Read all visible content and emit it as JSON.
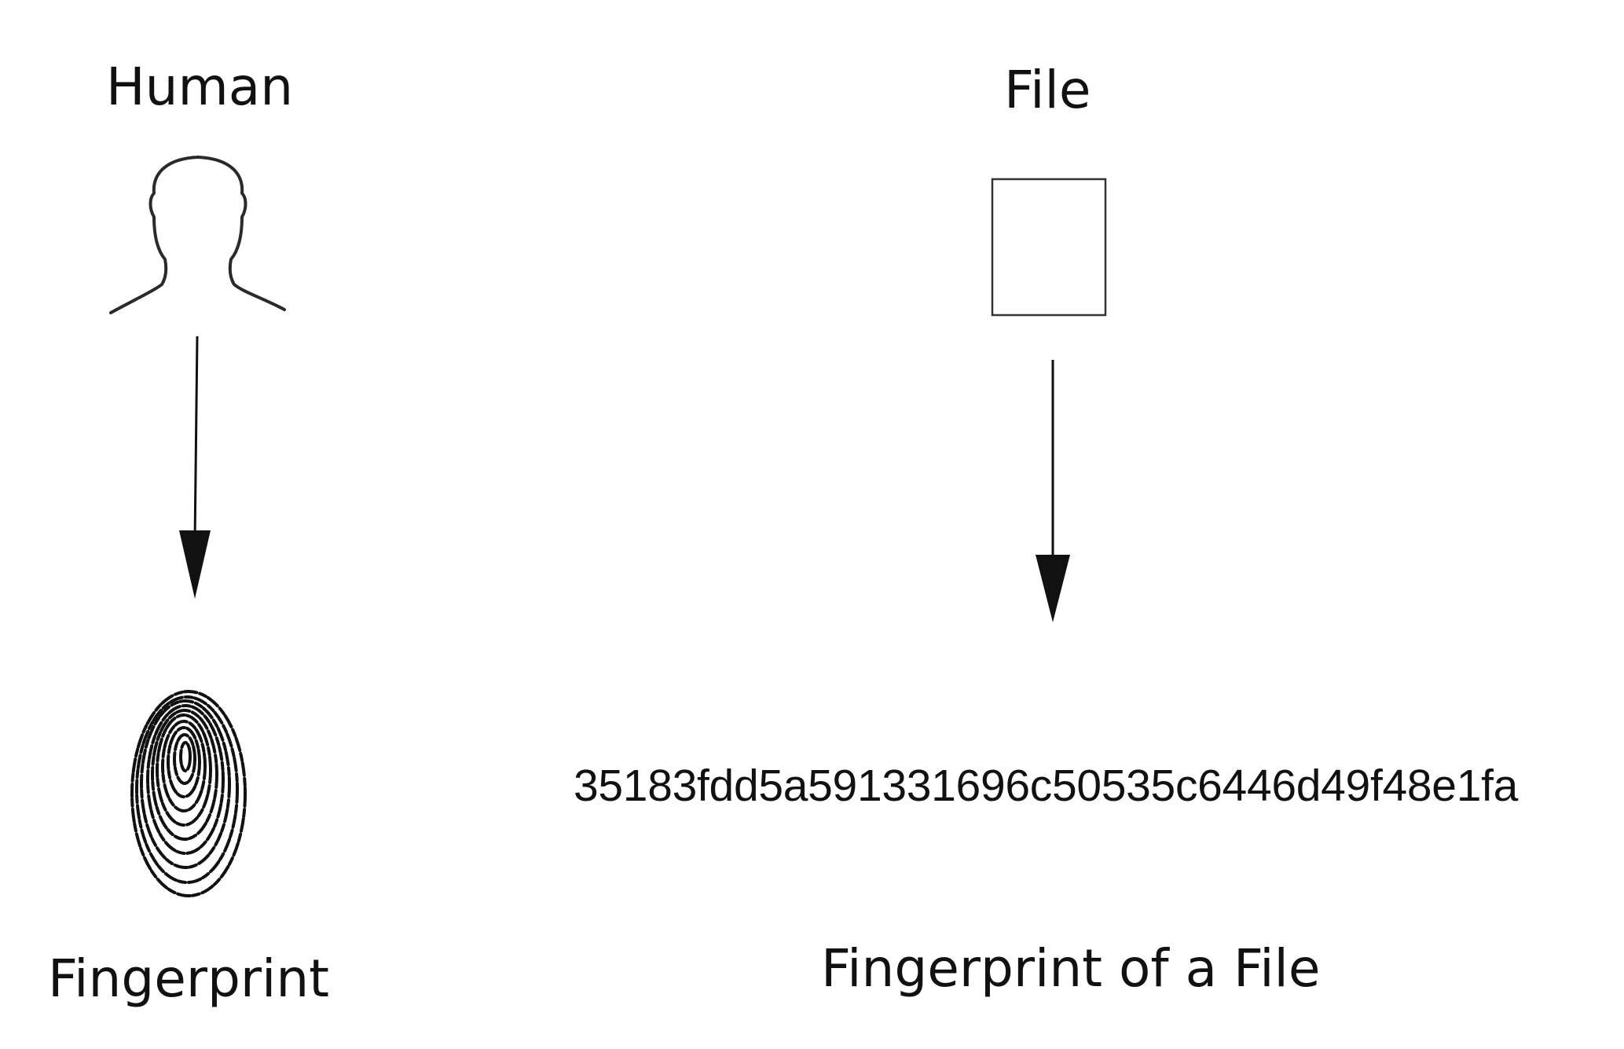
{
  "left_column": {
    "title": "Human",
    "icon": "person-silhouette-icon",
    "result_icon": "fingerprint-icon",
    "caption": "Fingerprint"
  },
  "right_column": {
    "title": "File",
    "icon": "document-icon",
    "hash": "35183fdd5a591331696c50535c6446d49f48e1fa",
    "caption": "Fingerprint of a File"
  },
  "colors": {
    "ink": "#111111",
    "outline": "#2a2a2a"
  }
}
